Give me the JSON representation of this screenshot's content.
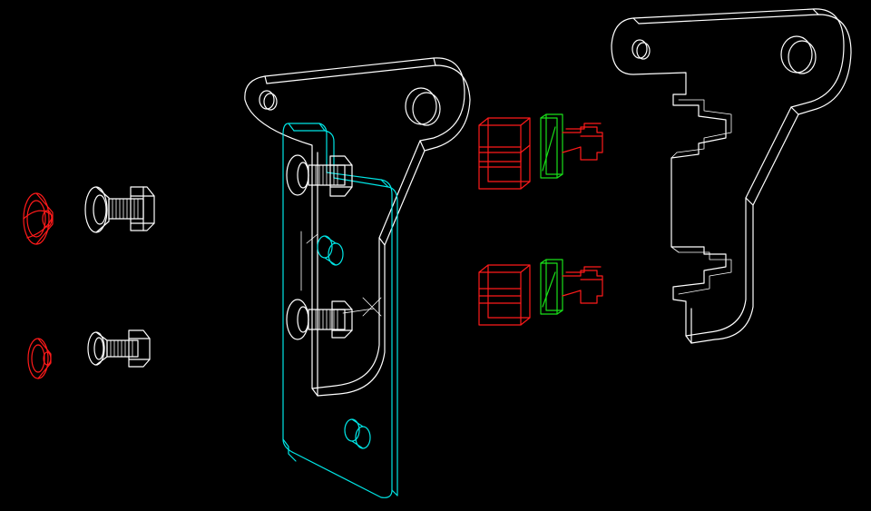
{
  "viewport": {
    "background_color": "#000000",
    "render_mode": "wireframe"
  },
  "colors": {
    "white_parts": "#ffffff",
    "cyan_parts": "#00e5e5",
    "red_parts": "#ff1a1a",
    "green_parts": "#19e019"
  },
  "parts": [
    {
      "name": "countersink-washer",
      "count": 2,
      "color": "red"
    },
    {
      "name": "screw-bolt",
      "count": 4,
      "color": "white"
    },
    {
      "name": "t-bracket-plate",
      "count": 1,
      "color": "white"
    },
    {
      "name": "mounting-plate",
      "count": 1,
      "color": "cyan"
    },
    {
      "name": "clamp-block",
      "count": 2,
      "color": "red"
    },
    {
      "name": "tab-clip",
      "count": 2,
      "color": "green"
    },
    {
      "name": "slotted-bracket-plate",
      "count": 1,
      "color": "white"
    }
  ]
}
